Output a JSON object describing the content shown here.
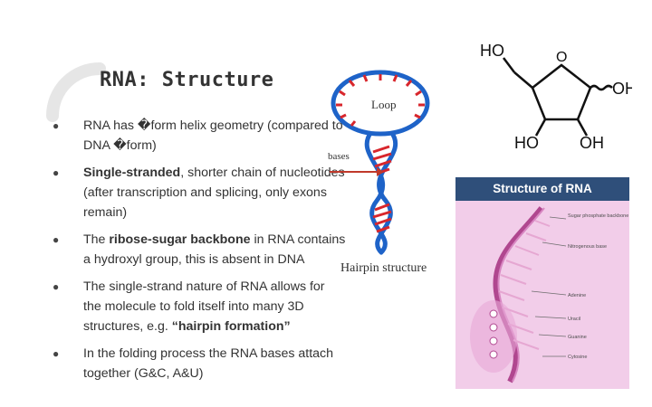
{
  "slide": {
    "title": "RNA: Structure",
    "bullets": [
      {
        "parts": [
          {
            "t": "RNA has �form helix geometry (compared to DNA �form)",
            "b": false
          }
        ]
      },
      {
        "parts": [
          {
            "t": "Single-stranded",
            "b": true
          },
          {
            "t": ", shorter chain of nucleotides (after transcription and splicing, only exons remain)",
            "b": false
          }
        ]
      },
      {
        "parts": [
          {
            "t": "The ",
            "b": false
          },
          {
            "t": "ribose-sugar backbone",
            "b": true
          },
          {
            "t": " in RNA contains a hydroxyl group, this is absent in DNA",
            "b": false
          }
        ]
      },
      {
        "parts": [
          {
            "t": "The single-strand nature of RNA allows for the molecule to fold itself into many 3D structures, e.g. ",
            "b": false
          },
          {
            "t": "“hairpin formation”",
            "b": true
          }
        ]
      },
      {
        "parts": [
          {
            "t": "In the folding process the RNA bases attach together (G&C, A&U)",
            "b": false
          }
        ]
      }
    ]
  },
  "hairpin": {
    "loop_label": "Loop",
    "bases_label": "bases",
    "caption": "Hairpin structure"
  },
  "ribose": {
    "oh1": "HO",
    "oh2": "OH",
    "oh3": "HO",
    "oh4": "OH",
    "o": "O"
  },
  "rna_diagram": {
    "header": "Structure of RNA",
    "labels": [
      "Sugar phosphate backbone",
      "Nitrogenous base",
      "Adenine",
      "Uracil",
      "Guanine",
      "Cytosine"
    ],
    "colors": {
      "header_bg": "#2f4f7a",
      "card_bg": "#f2cde9",
      "strand": "#b0478f",
      "hairpin_blue": "#1e63c8",
      "hairpin_red": "#d8262c"
    }
  }
}
